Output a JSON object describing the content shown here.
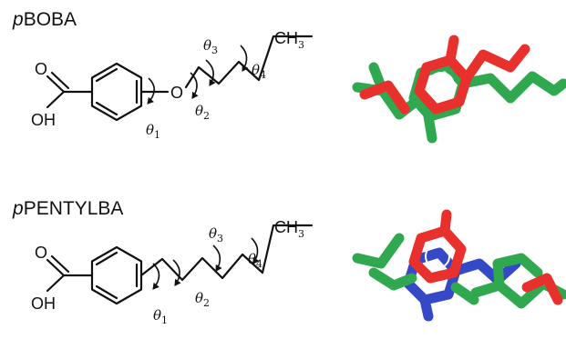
{
  "molecules": [
    {
      "name_prefix": "p",
      "name_rest": "BOBA",
      "atoms": {
        "carbonyl_o": "O",
        "hydroxyl": "OH",
        "ether_o": "O",
        "terminal": "CH",
        "terminal_sub": "3"
      },
      "torsions": [
        {
          "symbol": "θ",
          "index": "1"
        },
        {
          "symbol": "θ",
          "index": "2"
        },
        {
          "symbol": "θ",
          "index": "3"
        },
        {
          "symbol": "θ",
          "index": "4"
        }
      ],
      "overlay_colors": [
        "#e8312c",
        "#2fa84f"
      ]
    },
    {
      "name_prefix": "p",
      "name_rest": "PENTYLBA",
      "atoms": {
        "carbonyl_o": "O",
        "hydroxyl": "OH",
        "terminal": "CH",
        "terminal_sub": "3"
      },
      "torsions": [
        {
          "symbol": "θ",
          "index": "1"
        },
        {
          "symbol": "θ",
          "index": "2"
        },
        {
          "symbol": "θ",
          "index": "3"
        },
        {
          "symbol": "θ",
          "index": "4"
        }
      ],
      "overlay_colors": [
        "#e8312c",
        "#2fa84f",
        "#3448c8"
      ]
    }
  ]
}
